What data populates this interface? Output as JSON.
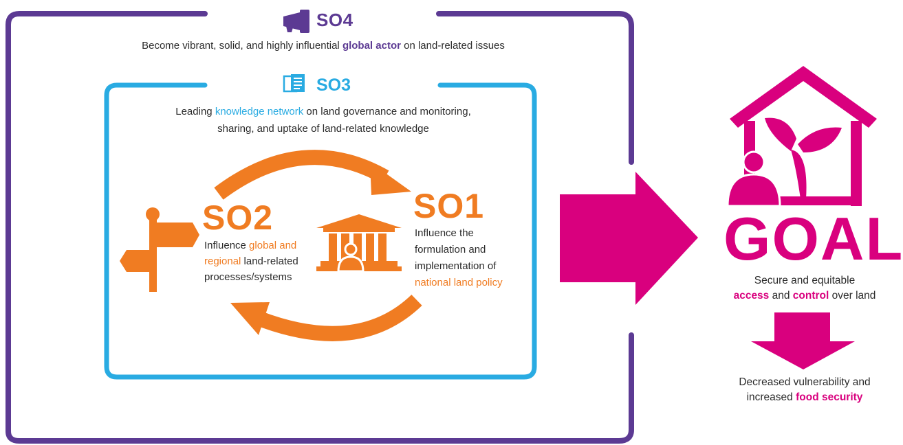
{
  "colors": {
    "so4": "#5c3a93",
    "so3": "#29abe2",
    "so1_so2": "#f07c22",
    "goal": "#d9007e"
  },
  "so4": {
    "title": "SO4",
    "icon": "megaphone-icon",
    "desc_before": "Become vibrant, solid, and highly influential ",
    "desc_highlight": "global actor",
    "desc_after": " on land-related issues"
  },
  "so3": {
    "title": "SO3",
    "icon": "document-icon",
    "desc_before": "Leading ",
    "desc_highlight": "knowledge network",
    "desc_after_line1": " on land governance and monitoring,",
    "desc_line2": "sharing, and uptake of land-related knowledge"
  },
  "so2": {
    "title": "SO2",
    "icon": "signpost-icon",
    "line1_before": "Influence ",
    "line1_highlight": "global and",
    "line2_highlight": "regional",
    "line2_after": " land-related",
    "line3": "processes/systems"
  },
  "so1": {
    "title": "SO1",
    "icon": "government-building-icon",
    "line1": "Influence the",
    "line2": "formulation and",
    "line3": "implementation of",
    "line4_highlight": "national land policy"
  },
  "goal": {
    "title": "GOAL",
    "icon": "house-plant-person-icon",
    "line1": "Secure and equitable",
    "access": "access",
    "and": " and ",
    "control": "control",
    "over_land": " over land"
  },
  "outcome": {
    "line1": "Decreased vulnerability and",
    "line2_before": "increased ",
    "line2_highlight": "food security"
  }
}
